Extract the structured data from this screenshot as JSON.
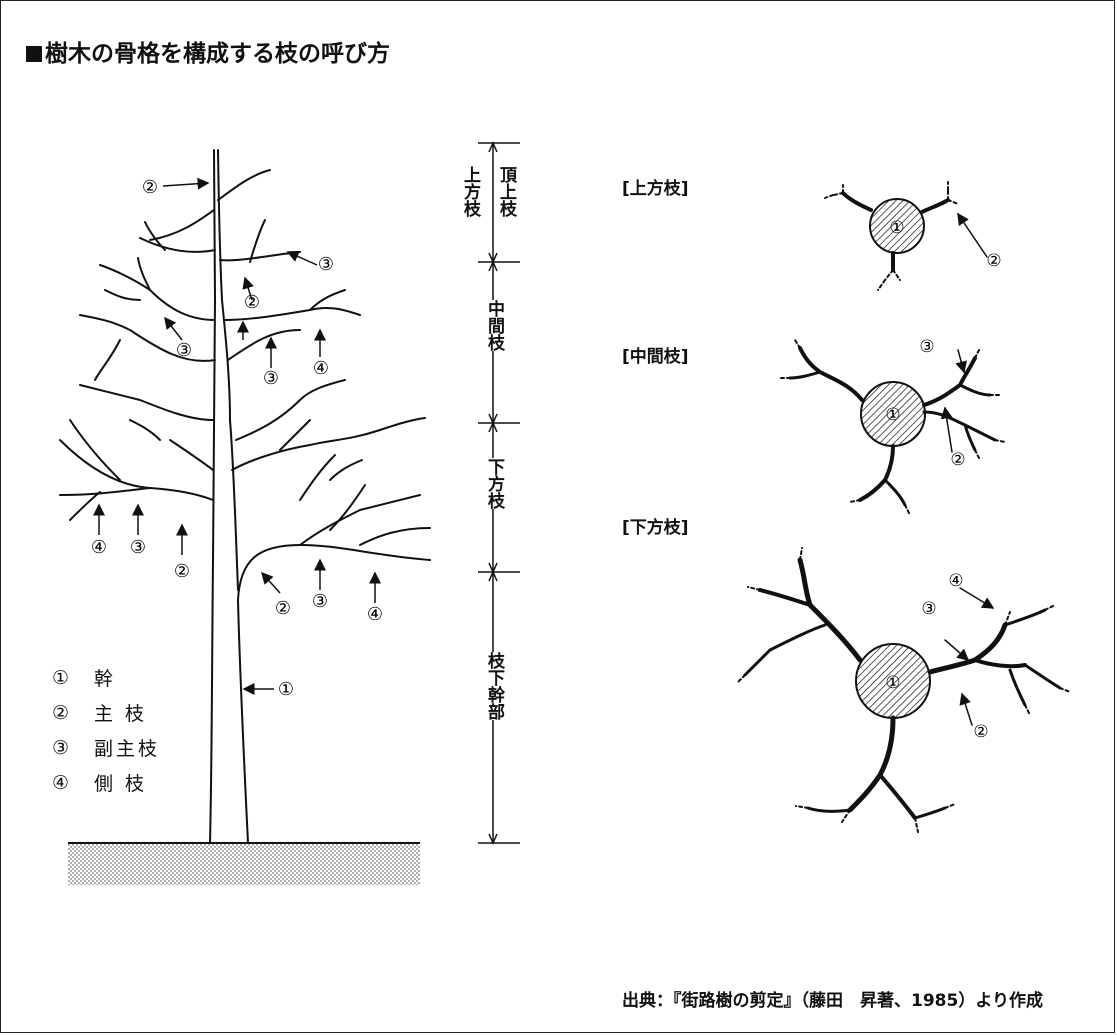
{
  "title": "樹木の骨格を構成する枝の呼び方",
  "legend": [
    {
      "num": "①",
      "label": "幹"
    },
    {
      "num": "②",
      "label": "主 枝"
    },
    {
      "num": "③",
      "label": "副主枝"
    },
    {
      "num": "④",
      "label": "側 枝"
    }
  ],
  "height_labels": {
    "upper_a": "上方枝",
    "upper_b": "頂上枝",
    "middle": "中間枝",
    "lower": "下方枝",
    "trunk": "枝下幹部"
  },
  "sections": {
    "upper": "[上方枝]",
    "middle": "[中間枝]",
    "lower": "[下方枝]"
  },
  "markers": {
    "one": "①",
    "two": "②",
    "three": "③",
    "four": "④"
  },
  "source": "出典：『街路樹の剪定』（藤田　昇著、1985）より作成"
}
